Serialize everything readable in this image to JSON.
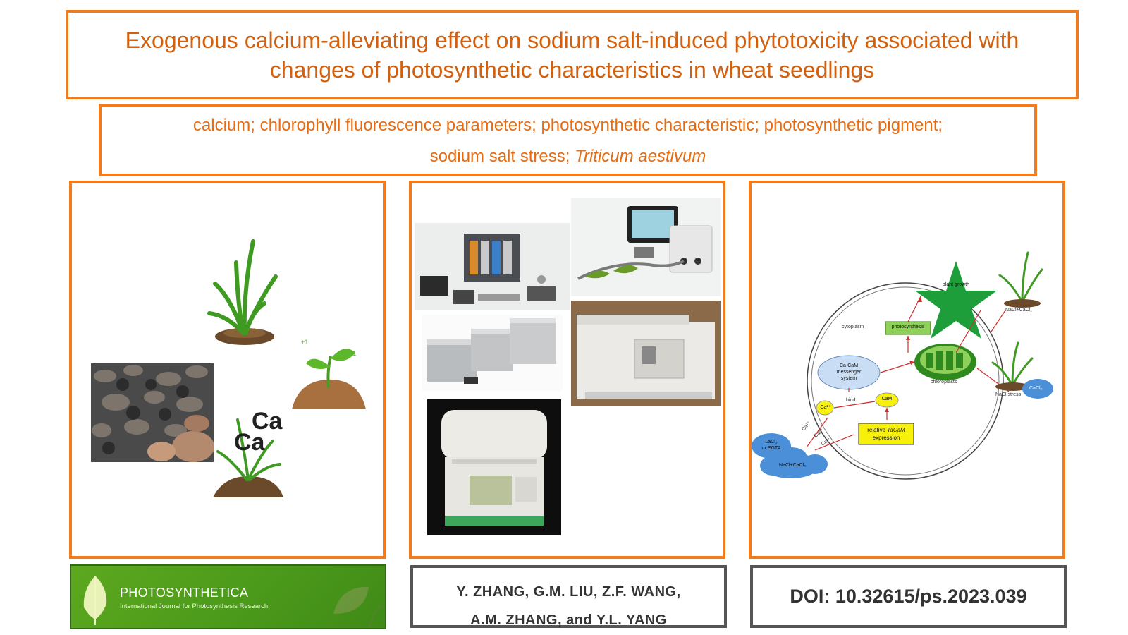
{
  "title": {
    "line1": "Exogenous calcium-alleviating effect on sodium salt-induced phytotoxicity associated with",
    "line2": "changes of photosynthetic characteristics in wheat seedlings"
  },
  "keywords": {
    "line1": "calcium; chlorophyll fluorescence parameters; photosynthetic characteristic; photosynthetic pigment;",
    "line2_plain": "sodium salt stress; ",
    "line2_italic": "Triticum aestivum"
  },
  "panel1": {
    "ca_top": "Ca",
    "ca_bottom": "Ca",
    "growth_marks": [
      "+1",
      "+1"
    ]
  },
  "panel3": {
    "plant_growth": "plant growth",
    "cytoplasm": "cytoplasm",
    "photosynthesis": "photosynthesis",
    "messenger_system": "Ca-CaM messenger system",
    "chloroplasts": "chloroplasts",
    "cam": "CaM",
    "ca2": "Ca²⁺",
    "bind": "bind",
    "tacam_plain": "relative ",
    "tacam_italic": "TaCaM",
    "tacam_expression": "expression",
    "nacl_cacl2_top": "NaCl+CaCl₂",
    "nacl_stress": "NaCl stress",
    "cacl2": "CaCl₂",
    "lacl3": "LaCl₃",
    "or_egta": "or EGTA",
    "nacl_cacl2_cloud": "NaCl+CaCl₂",
    "ca_inflow": [
      "Ca²⁺",
      "Ca²⁺",
      "Ca²⁺"
    ]
  },
  "journal": {
    "name": "PHOTOSYNTHETICA",
    "subtitle": "International Journal for Photosynthesis Research"
  },
  "authors": {
    "line1": "Y. ZHANG, G.M. LIU, Z.F. WANG,",
    "line2": "A.M. ZHANG, and Y.L. YANG"
  },
  "doi": "DOI: 10.32615/ps.2023.039",
  "colors": {
    "frame": "#f07c1e",
    "title_text": "#d2600e",
    "keyword_text": "#e86b10",
    "journal_green": "#4c9a1b",
    "star_green": "#1e9e3a",
    "cloud_blue": "#4a8fd8"
  }
}
